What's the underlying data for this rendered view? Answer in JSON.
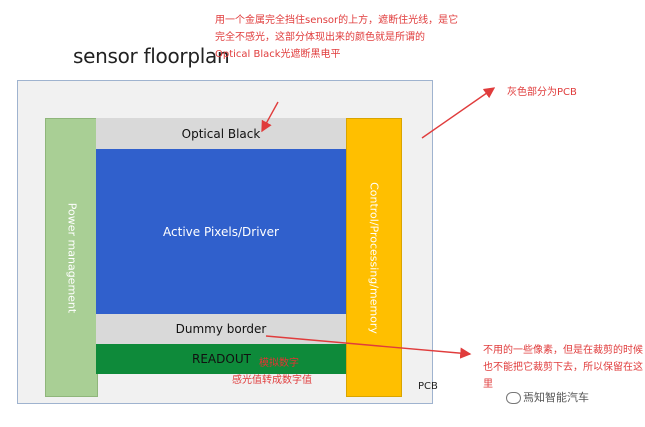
{
  "title": "sensor floorplan",
  "blocks": {
    "optical_black": "Optical Black",
    "active_pixels": "Active Pixels/Driver",
    "dummy_border": "Dummy border",
    "readout": "READOUT",
    "readout_overlay": "模拟数字",
    "power_management": "Power management",
    "control": "Control/Processing/memory",
    "pcb": "PCB"
  },
  "annotations": {
    "top": "用一个金属完全挡住sensor的上方，遮断住光线，是它完全不感光，这部分体现出来的颜色就是所谓的Optical Black光遮断黑电平",
    "gray": "灰色部分为PCB",
    "dummy": "不用的一些像素，但是在裁剪的时候也不能把它裁剪下去，所以保留在这里",
    "readout": "感光值转成数字值"
  },
  "watermark": "焉知智能汽车",
  "colors": {
    "power": "#a9cf95",
    "control": "#ffbf00",
    "active": "#3060cc",
    "gray_blocks": "#d9d9d9",
    "readout": "#0e8a3a",
    "annotation": "#e03c3c",
    "pcb": "#f1f1f1"
  }
}
